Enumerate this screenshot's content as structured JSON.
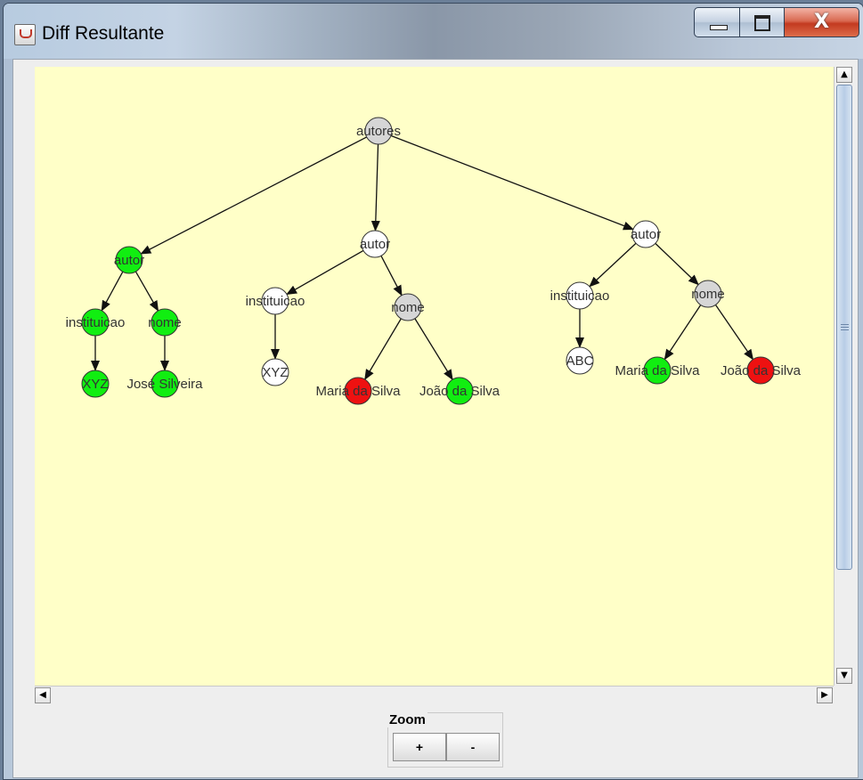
{
  "window": {
    "title": "Diff Resultante",
    "close_glyph": "X"
  },
  "tree": {
    "nodes": [
      {
        "id": "n0",
        "label": "autores",
        "color": "#d6d6d6"
      },
      {
        "id": "n1",
        "label": "autor",
        "color": "#11ee11"
      },
      {
        "id": "n2",
        "label": "instituicao",
        "color": "#11ee11"
      },
      {
        "id": "n3",
        "label": "nome",
        "color": "#11ee11"
      },
      {
        "id": "n4",
        "label": "XYZ",
        "color": "#11ee11"
      },
      {
        "id": "n5",
        "label": "José Silveira",
        "color": "#11ee11"
      },
      {
        "id": "n6",
        "label": "autor",
        "color": "#ffffff"
      },
      {
        "id": "n7",
        "label": "instituicao",
        "color": "#ffffff"
      },
      {
        "id": "n8",
        "label": "nome",
        "color": "#d6d6d6"
      },
      {
        "id": "n9",
        "label": "XYZ",
        "color": "#ffffff"
      },
      {
        "id": "n10",
        "label": "Maria da Silva",
        "color": "#ee1111"
      },
      {
        "id": "n11",
        "label": "João da Silva",
        "color": "#11ee11"
      },
      {
        "id": "n12",
        "label": "autor",
        "color": "#ffffff"
      },
      {
        "id": "n13",
        "label": "instituicao",
        "color": "#ffffff"
      },
      {
        "id": "n14",
        "label": "nome",
        "color": "#d6d6d6"
      },
      {
        "id": "n15",
        "label": "ABC",
        "color": "#ffffff"
      },
      {
        "id": "n16",
        "label": "Maria da Silva",
        "color": "#11ee11"
      },
      {
        "id": "n17",
        "label": "João da Silva",
        "color": "#ee1111"
      }
    ],
    "edges": [
      [
        "n0",
        "n1"
      ],
      [
        "n0",
        "n6"
      ],
      [
        "n0",
        "n12"
      ],
      [
        "n1",
        "n2"
      ],
      [
        "n1",
        "n3"
      ],
      [
        "n2",
        "n4"
      ],
      [
        "n3",
        "n5"
      ],
      [
        "n6",
        "n7"
      ],
      [
        "n6",
        "n8"
      ],
      [
        "n7",
        "n9"
      ],
      [
        "n8",
        "n10"
      ],
      [
        "n8",
        "n11"
      ],
      [
        "n12",
        "n13"
      ],
      [
        "n12",
        "n14"
      ],
      [
        "n13",
        "n15"
      ],
      [
        "n14",
        "n16"
      ],
      [
        "n14",
        "n17"
      ]
    ]
  },
  "zoom": {
    "legend": "Zoom",
    "plus_label": "+",
    "minus_label": "-"
  },
  "scrollbar": {
    "up_glyph": "▲",
    "down_glyph": "▼",
    "left_glyph": "◀",
    "right_glyph": "▶"
  }
}
